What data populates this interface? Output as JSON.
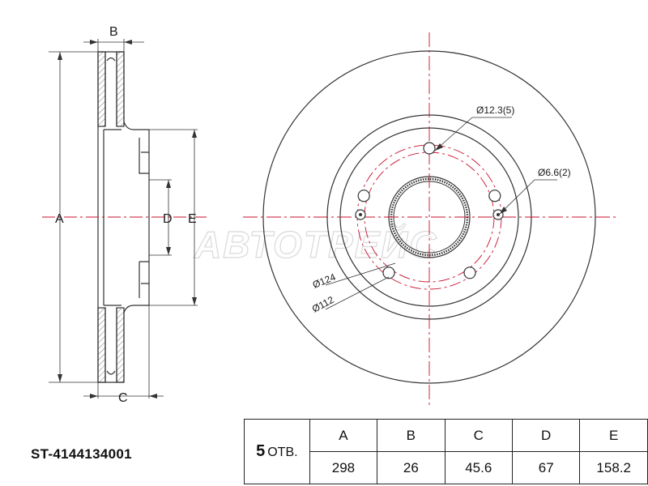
{
  "part_number": "ST-4144134001",
  "holes": {
    "count": "5",
    "unit": "ОТВ."
  },
  "table": {
    "headers": [
      "A",
      "B",
      "C",
      "D",
      "E"
    ],
    "values": [
      "298",
      "26",
      "45.6",
      "67",
      "158.2"
    ]
  },
  "side_labels": {
    "a": "A",
    "b": "B",
    "c": "C",
    "d": "D",
    "e": "E"
  },
  "callouts": {
    "hole_dia": "Ø12.3(5)",
    "pin_dia": "Ø6.6(2)",
    "pcd_outer": "Ø124",
    "pcd_inner": "Ø112"
  },
  "watermark": "АВТОТРЕЙС",
  "colors": {
    "line": "#333333",
    "centerline": "#c8102e",
    "watermark": "#d9d9d9"
  }
}
